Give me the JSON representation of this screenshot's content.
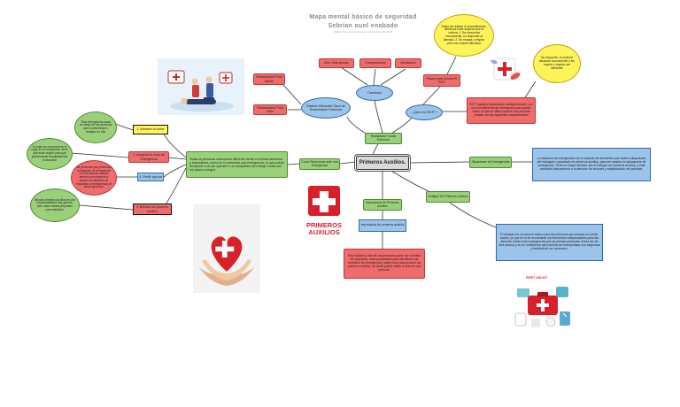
{
  "header": {
    "title": "Mapa mental básico de seguridad",
    "subtitle": "Sebrian ounl enabado",
    "byline": "William Tine Cuales Hunjelo  |  Noviembre 25, 2025"
  },
  "nodes": {
    "central": "Primeros Auxilios.",
    "como_reaccionar": "Como Reaccionar ante una Emergencia",
    "como_reaccionar_desc": "Todas la personas reaccionan diferente frente a eventos adversos y traumaticos, como en el presentar una emergencia, lo que puede involucrar a un ser querido o un compañero de trabajo. todas son los pasos a seguir.",
    "paso1": "1. Mantener la calma",
    "paso2": "2. Asegurar la zona de Emergencia",
    "paso3": "3. Pedir ayuda",
    "paso4": "4. Brindar los primeros auxilios",
    "bubble_calma": "Toda emergencia causa un efecto en las personas que lo presencian o trabajan en ella",
    "bubble_zona": "Si usted se encuentra en el lugar de la emergencia, tiene que estar seguro para que pueda actuar tranquilamente la situación",
    "bubble_ayuda": "Las personas que presencian la situación de emergencia con frecuencia cuentan entorno con respecto a activar los sistemas de respuesta a emergencias de forma oportuna.",
    "bubble_brindar": "Brindar primeros auxilios es una responsabilidad muy grande, pero usted estará preparado para realizarlo.",
    "realizacion_rcp": "Realización Cardio Pulmonar",
    "estados": "Estados Diferentes Tipos de Reanimación Pulmonar",
    "reanimacion_adulto": "Reanimación Para Adulto",
    "reanimacion_nino": "Reanimación Para Niño",
    "cambios": "Cambios",
    "via_aerea": "Abrir Vías Aereas",
    "compresiones": "Compresiones",
    "ventilacion": "Ventilación",
    "que_es_rcp": "¿Que es RCP?",
    "pasos_rcp": "Pasos para brindar El RCP",
    "pasos_rcp_desc": "Antes de realizar el procedimiento, debemos estar seguros que la víctima: 1. Se encuentra inconsciente, no responde al llamado. 2. No respira o respira pero con mucha dificultad",
    "rcp_def": "RCP significa reanimación cardiopulmonar y es un procedimiento de emergencia para salvar vidas, el que se utiliza cuando una persona cumple con las siguientes características",
    "rcp_bubble": "No responde, no está en situación inconsciente y No respira o respira con dificultad",
    "botiquin": "Botiquín De Primeros Auxilios",
    "botiquin_desc": "El botiquín es un recurso básico para las personas que prestan un primer auxilio, ya que en él se encuentran los elementos indispensables para dar atención inicial a las emergencias que se puedan presentar. Ahora así de fácil acceso y en un contenedor que permita ser transportado con seguridad y facilidad de ser necesario.",
    "situaciones": "Situaciones de Emergencias",
    "situaciones_desc": "La situación de emergencias es el conjunto de elementos que están a disposición del trabajador capacitado en primeros auxilios, para ser usados en situaciones de emergencia. Tiene un mayor alcance que el botiquín de primeros auxilios, y está orientado básicamente a la atención de lesiones y estabilización del paciente.",
    "importancia": "Importancia de Primeros Auxilios",
    "importancia2": "Importancia de primeros auxilios",
    "importancia_desc": "Para Salvar la vida de una persona puede ser cuestión de segundos, estar preparados para identificar una condición de emergencia y saber todo para proveer los primeros auxilios, sin duda puede salvar la vida de una persona."
  },
  "logo": {
    "line1": "PRIMEROS",
    "line2": "AUXILIOS"
  },
  "kit_label": "FIRST AID KIT",
  "colors": {
    "red": "#f06b6b",
    "green": "#9bd07a",
    "blue": "#9cc4ea",
    "yellow": "#fff35a",
    "logo_red": "#d91f2a"
  }
}
